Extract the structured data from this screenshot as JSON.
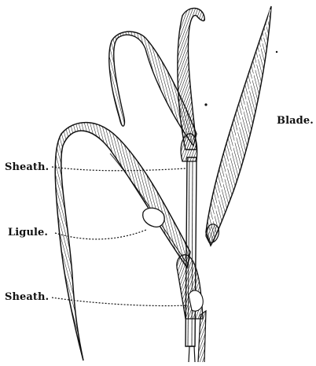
{
  "labels": {
    "blade": "Blade.",
    "sheath_upper": "Sheath.",
    "ligule": "Ligule.",
    "sheath_lower": "Sheath."
  },
  "colors": {
    "ink": "#111111",
    "background": "#ffffff"
  }
}
